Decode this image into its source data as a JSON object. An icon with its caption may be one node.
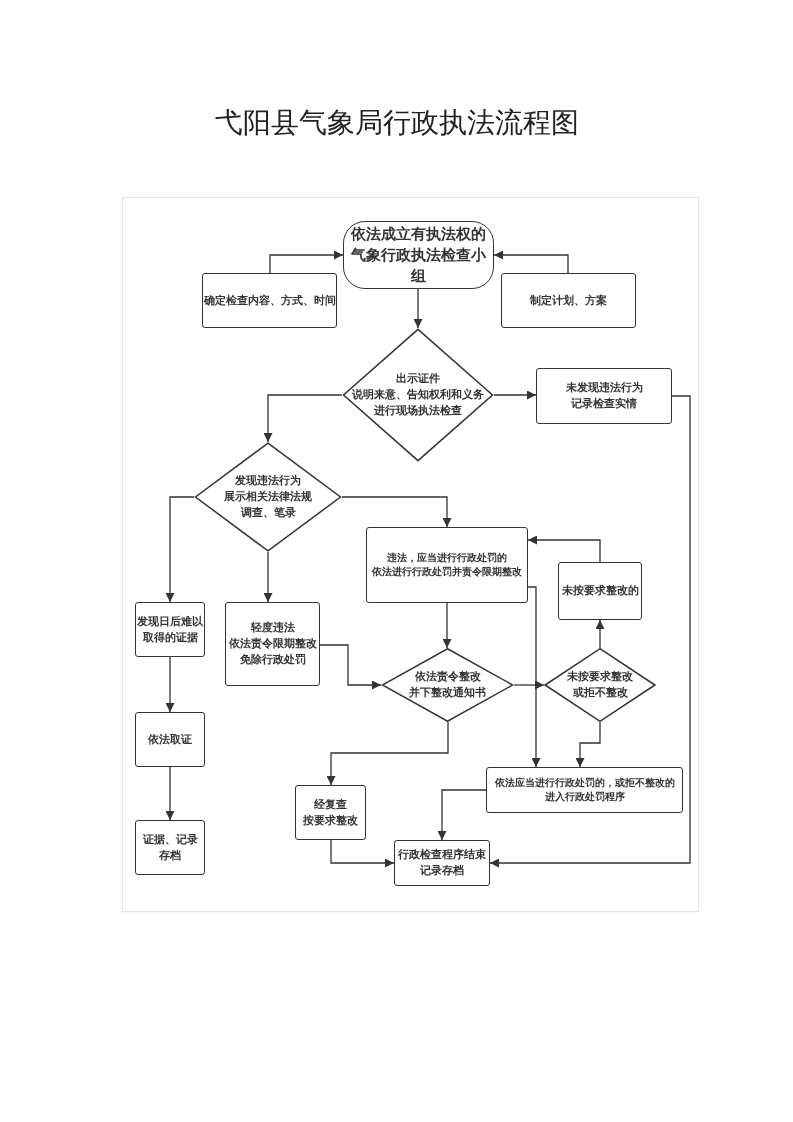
{
  "diagram": {
    "title": "弋阳县气象局行政执法流程图",
    "nodes": [
      {
        "text": [
          "依法成立有执法权的气象行政执法检查小组"
        ]
      },
      {
        "text": [
          "确定检查内容、方式、时间"
        ]
      },
      {
        "text": [
          "制定计划、方案"
        ]
      },
      {
        "text": [
          "出示证件",
          "说明来意、告知权利和义务",
          "进行现场执法检查"
        ]
      },
      {
        "text": [
          "未发现违法行为",
          "记录检查实情"
        ]
      },
      {
        "text": [
          "发现违法行为",
          "展示相关法律法规",
          "调查、笔录"
        ]
      },
      {
        "text": [
          "违法，应当进行行政处罚的",
          "依法进行行政处罚并责令限期整改"
        ]
      },
      {
        "text": [
          "未按要求整改的"
        ]
      },
      {
        "text": [
          "发现日后难以取得的证据"
        ]
      },
      {
        "text": [
          "轻度违法",
          "依法责令限期整改",
          "免除行政处罚"
        ]
      },
      {
        "text": [
          "依法责令整改",
          "并下整改通知书"
        ]
      },
      {
        "text": [
          "未按要求整改",
          "或拒不整改"
        ]
      },
      {
        "text": [
          "依法取证"
        ]
      },
      {
        "text": [
          "依法应当进行行政处罚的，或拒不整改的",
          "进入行政处罚程序"
        ]
      },
      {
        "text": [
          "经复查",
          "按要求整改"
        ]
      },
      {
        "text": [
          "证据、记录",
          "存档"
        ]
      },
      {
        "text": [
          "行政检查程序结束",
          "记录存档"
        ]
      }
    ],
    "edges": [
      {
        "from": 1,
        "to": 0,
        "arrow": "to"
      },
      {
        "from": 2,
        "to": 0,
        "arrow": "to"
      },
      {
        "from": 0,
        "to": 3,
        "arrow": "to"
      },
      {
        "from": 3,
        "to": 4,
        "arrow": "to"
      },
      {
        "from": 3,
        "to": 5,
        "arrow": "to"
      },
      {
        "from": 5,
        "to": 8,
        "arrow": "to"
      },
      {
        "from": 5,
        "to": 9,
        "arrow": "to"
      },
      {
        "from": 5,
        "to": 6,
        "arrow": "to"
      },
      {
        "from": 6,
        "to": 10,
        "arrow": "to"
      },
      {
        "from": 9,
        "to": 10,
        "arrow": "to"
      },
      {
        "from": 10,
        "to": 11,
        "arrow": "to"
      },
      {
        "from": 11,
        "to": 7,
        "arrow": "to"
      },
      {
        "from": 7,
        "to": 6,
        "arrow": "to"
      },
      {
        "from": 6,
        "to": 13,
        "arrow": "to"
      },
      {
        "from": 11,
        "to": 13,
        "arrow": "to"
      },
      {
        "from": 10,
        "to": 14,
        "arrow": "to"
      },
      {
        "from": 8,
        "to": 12,
        "arrow": "to"
      },
      {
        "from": 12,
        "to": 15,
        "arrow": "to"
      },
      {
        "from": 13,
        "to": 16,
        "arrow": "to"
      },
      {
        "from": 14,
        "to": 16,
        "arrow": "to"
      },
      {
        "from": 4,
        "to": 16,
        "arrow": "to"
      }
    ]
  }
}
